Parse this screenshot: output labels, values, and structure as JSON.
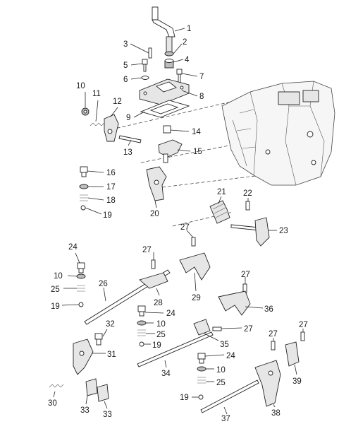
{
  "diagram": {
    "labels": [
      "1",
      "2",
      "3",
      "4",
      "5",
      "6",
      "7",
      "8",
      "9",
      "10",
      "11",
      "12",
      "13",
      "14",
      "15",
      "16",
      "17",
      "18",
      "19",
      "20",
      "21",
      "22",
      "23",
      "24",
      "10",
      "25",
      "19",
      "26",
      "27",
      "28",
      "29",
      "27",
      "36",
      "27",
      "24",
      "10",
      "25",
      "19",
      "32",
      "31",
      "30",
      "33",
      "33",
      "27",
      "35",
      "34",
      "24",
      "10",
      "25",
      "19",
      "37",
      "27",
      "27",
      "38",
      "39"
    ]
  }
}
